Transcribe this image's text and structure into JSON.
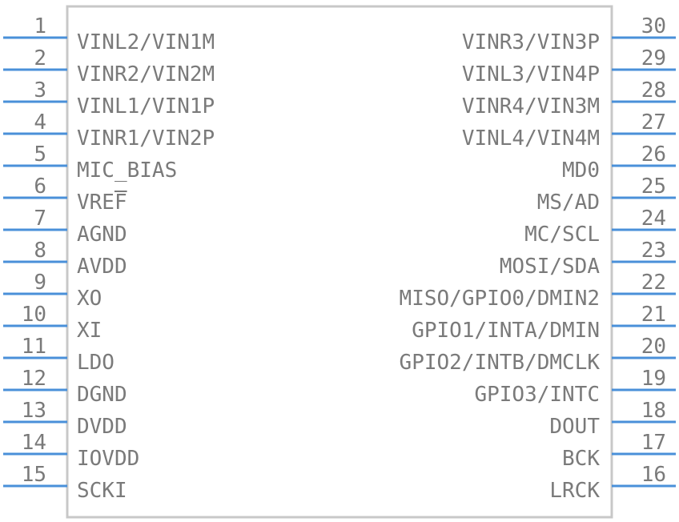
{
  "colors": {
    "body_outline": "#c8c8c8",
    "pin_line": "#4a90d9",
    "pin_text": "#7a7a7a"
  },
  "left_pins": [
    {
      "number": "1",
      "name": "VINL2/VIN1M",
      "overbar": ""
    },
    {
      "number": "2",
      "name": "VINR2/VIN2M",
      "overbar": ""
    },
    {
      "number": "3",
      "name": "VINL1/VIN1P",
      "overbar": ""
    },
    {
      "number": "4",
      "name": "VINR1/VIN2P",
      "overbar": ""
    },
    {
      "number": "5",
      "name": "MIC_BIAS",
      "overbar": ""
    },
    {
      "number": "6",
      "name": "VREF",
      "overbar": "F"
    },
    {
      "number": "7",
      "name": "AGND",
      "overbar": ""
    },
    {
      "number": "8",
      "name": "AVDD",
      "overbar": ""
    },
    {
      "number": "9",
      "name": "XO",
      "overbar": ""
    },
    {
      "number": "10",
      "name": "XI",
      "overbar": ""
    },
    {
      "number": "11",
      "name": "LDO",
      "overbar": ""
    },
    {
      "number": "12",
      "name": "DGND",
      "overbar": ""
    },
    {
      "number": "13",
      "name": "DVDD",
      "overbar": ""
    },
    {
      "number": "14",
      "name": "IOVDD",
      "overbar": ""
    },
    {
      "number": "15",
      "name": "SCKI",
      "overbar": ""
    }
  ],
  "right_pins": [
    {
      "number": "30",
      "name": "VINR3/VIN3P"
    },
    {
      "number": "29",
      "name": "VINL3/VIN4P"
    },
    {
      "number": "28",
      "name": "VINR4/VIN3M"
    },
    {
      "number": "27",
      "name": "VINL4/VIN4M"
    },
    {
      "number": "26",
      "name": "MD0"
    },
    {
      "number": "25",
      "name": "MS/AD"
    },
    {
      "number": "24",
      "name": "MC/SCL"
    },
    {
      "number": "23",
      "name": "MOSI/SDA"
    },
    {
      "number": "22",
      "name": "MISO/GPIO0/DMIN2"
    },
    {
      "number": "21",
      "name": "GPIO1/INTA/DMIN"
    },
    {
      "number": "20",
      "name": "GPIO2/INTB/DMCLK"
    },
    {
      "number": "19",
      "name": "GPIO3/INTC"
    },
    {
      "number": "18",
      "name": "DOUT"
    },
    {
      "number": "17",
      "name": "BCK"
    },
    {
      "number": "16",
      "name": "LRCK"
    }
  ]
}
